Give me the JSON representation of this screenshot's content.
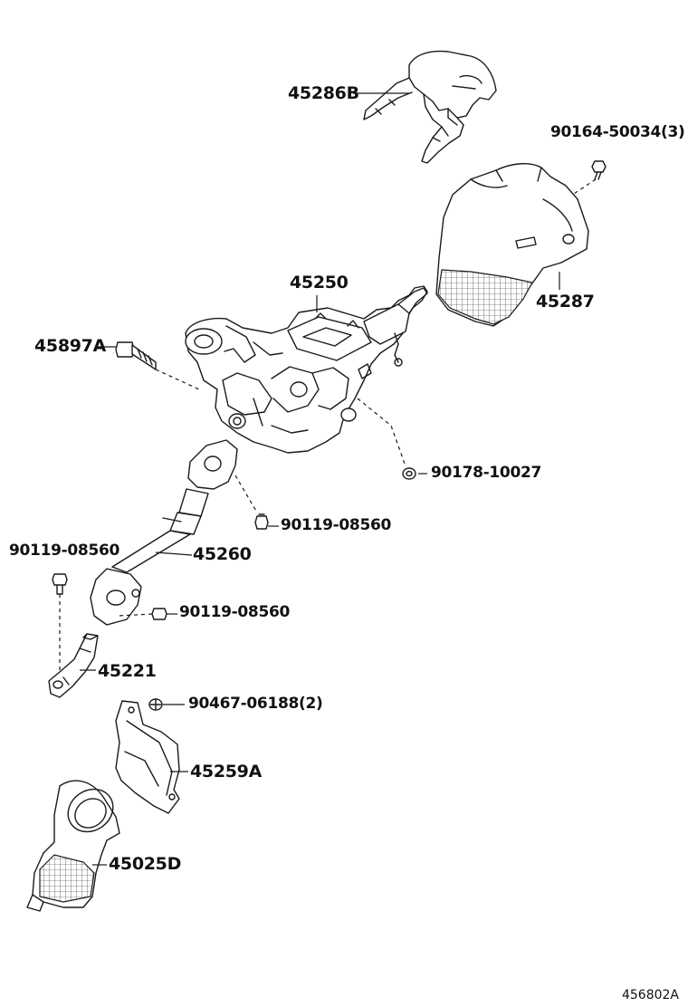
{
  "parts": {
    "p45286B": "45286B",
    "p90164": "90164-50034(3)",
    "p45287": "45287",
    "p45250": "45250",
    "p45897A": "45897A",
    "p90178": "90178-10027",
    "p90119a": "90119-08560",
    "p90119b": "90119-08560",
    "p45260": "45260",
    "p90119c": "90119-08560",
    "p45221": "45221",
    "p90467": "90467-06188(2)",
    "p45259A": "45259A",
    "p45025D": "45025D"
  },
  "diagram_code": "456802A"
}
